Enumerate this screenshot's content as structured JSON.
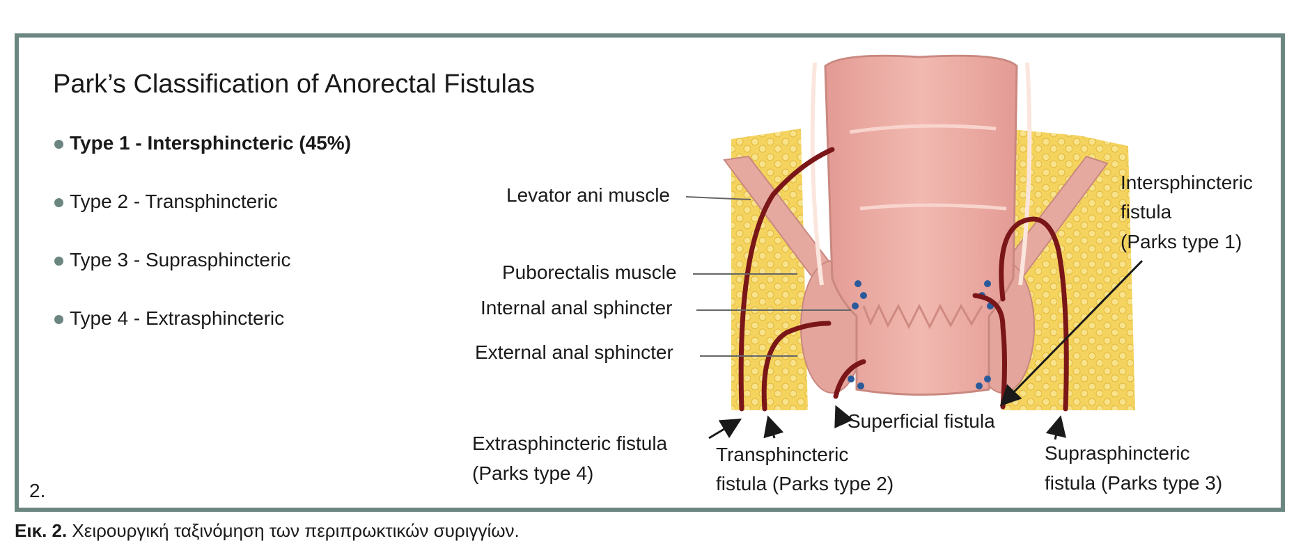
{
  "title": "Park’s Classification of Anorectal Fistulas",
  "types": [
    {
      "text": "Type 1 - Intersphincteric (45%)",
      "bold": true
    },
    {
      "text": "Type 2 - Transphincteric",
      "bold": false
    },
    {
      "text": "Type 3 - Suprasphincteric",
      "bold": false
    },
    {
      "text": "Type 4 - Extrasphincteric",
      "bold": false
    }
  ],
  "figure_number": "2.",
  "labels": {
    "levator": "Levator ani muscle",
    "puborectalis": "Puborectalis muscle",
    "internal": "Internal anal sphincter",
    "external": "External anal sphincter",
    "intersph_1": "Intersphincteric",
    "intersph_2": "fistula",
    "intersph_3": "(Parks type 1)",
    "superficial": "Superficial fistula",
    "extrasph_1": "Extrasphincteric fistula",
    "extrasph_2": "(Parks type 4)",
    "transph_1": "Transphincteric",
    "transph_2": "fistula (Parks type 2)",
    "suprasph_1": "Suprasphincteric",
    "suprasph_2": "fistula (Parks type 3)"
  },
  "caption": {
    "label": "Εικ. 2.",
    "text": " Χειρουργική ταξινόμηση των περιπρωκτικών συριγγίων."
  },
  "colors": {
    "frame": "#6b8680",
    "fat": "#f2cf52",
    "muscle": "#e2a29a",
    "rectum": "#ecaaa2",
    "fistula": "#7a1618",
    "vessel": "#2a5a9a"
  }
}
